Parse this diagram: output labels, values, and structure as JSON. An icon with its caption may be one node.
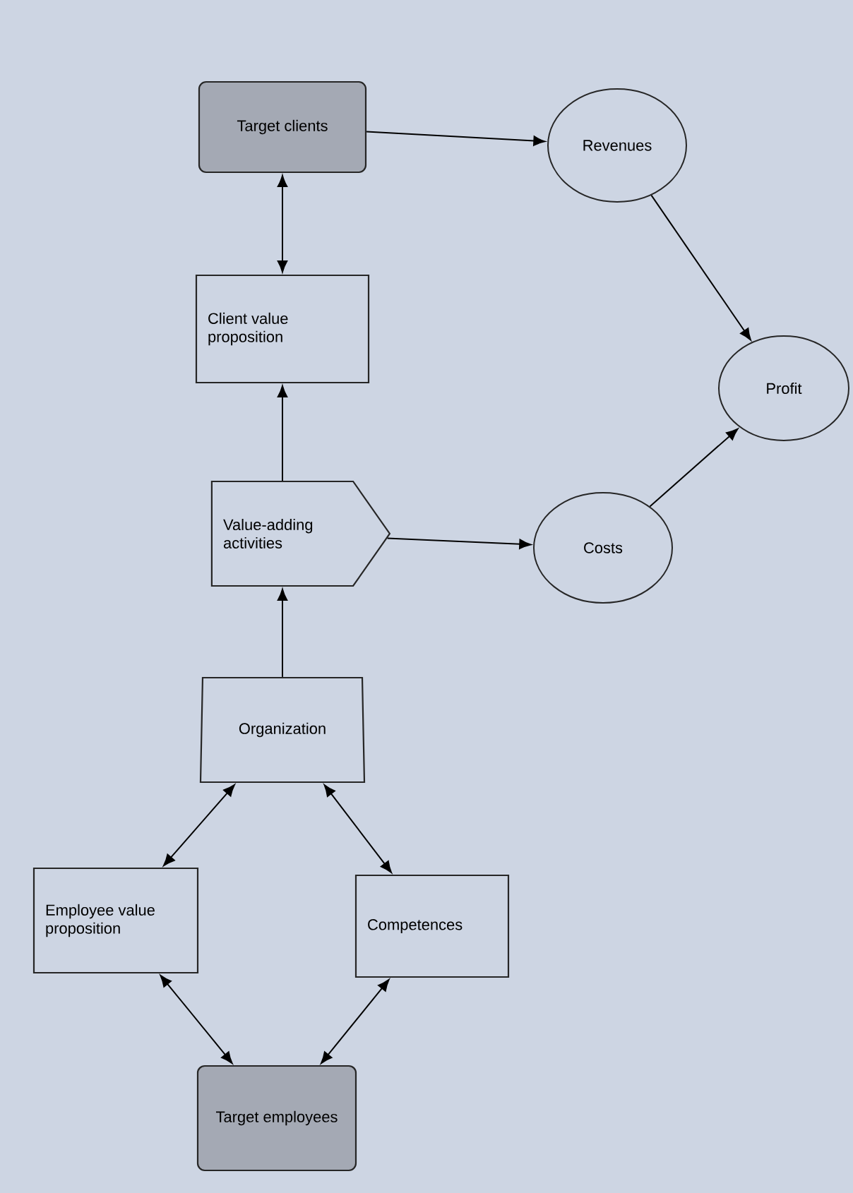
{
  "diagram": {
    "nodes": [
      {
        "text": [
          "Target clients"
        ]
      },
      {
        "text": [
          "Revenues"
        ]
      },
      {
        "text": [
          "Client value proposition"
        ]
      },
      {
        "text": [
          "Profit"
        ]
      },
      {
        "text": [
          "Value-adding activities"
        ]
      },
      {
        "text": [
          "Costs"
        ]
      },
      {
        "text": [
          "Organization"
        ]
      },
      {
        "text": [
          "Employee value proposition"
        ]
      },
      {
        "text": [
          "Competences"
        ]
      },
      {
        "text": [
          "Target employees"
        ]
      }
    ],
    "edges": [
      {
        "from": 0,
        "to": 1,
        "arrow": "to"
      },
      {
        "from": 0,
        "to": 2,
        "arrow": "both"
      },
      {
        "from": 1,
        "to": 3,
        "arrow": "to"
      },
      {
        "from": 4,
        "to": 2,
        "arrow": "to"
      },
      {
        "from": 4,
        "to": 5,
        "arrow": "to"
      },
      {
        "from": 5,
        "to": 3,
        "arrow": "to"
      },
      {
        "from": 6,
        "to": 4,
        "arrow": "to"
      },
      {
        "from": 6,
        "to": 7,
        "arrow": "both"
      },
      {
        "from": 6,
        "to": 8,
        "arrow": "both"
      },
      {
        "from": 7,
        "to": 9,
        "arrow": "both"
      },
      {
        "from": 8,
        "to": 9,
        "arrow": "both"
      }
    ]
  }
}
